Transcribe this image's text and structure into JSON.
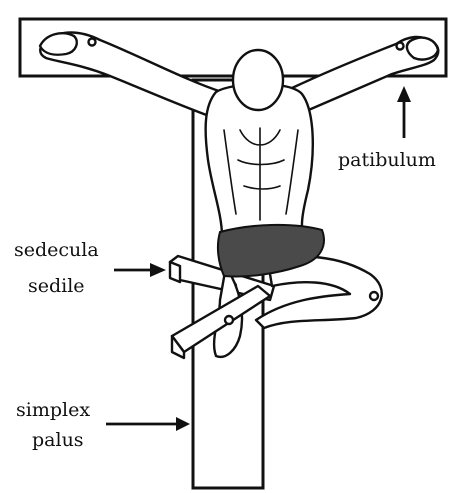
{
  "labels": {
    "patibulum": "patibulum",
    "sedecula": "sedecula",
    "sedile": "sedile",
    "simplex": "simplex",
    "palus": "palus"
  },
  "colors": {
    "ink": "#111111",
    "wood": "#ffffff",
    "loincloth": "#4a4a4a"
  }
}
